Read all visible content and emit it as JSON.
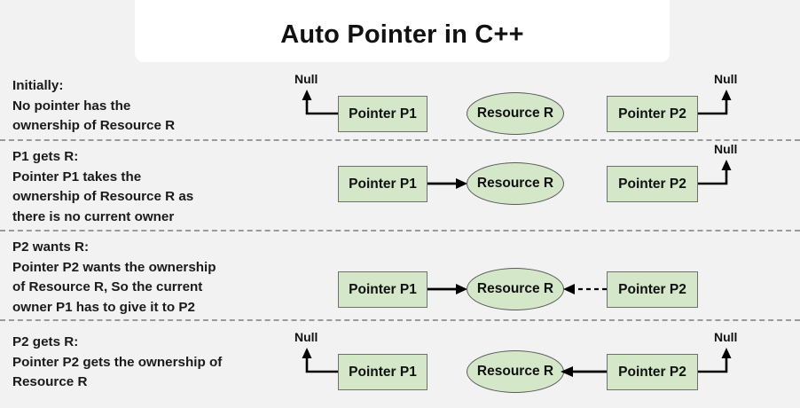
{
  "title": {
    "text": "Auto Pointer in C++"
  },
  "colors": {
    "background": "#f2f2f2",
    "card": "#ffffff",
    "node_fill": "#d4e8c9",
    "node_stroke": "#6f6f6f",
    "text": "#111111",
    "divider": "#9a9a9a",
    "arrow": "#000000"
  },
  "labels": {
    "pointer_p1": "Pointer P1",
    "pointer_p2": "Pointer P2",
    "resource_r": "Resource R",
    "null": "Null"
  },
  "rows": [
    {
      "id": "initially",
      "heading": "Initially:",
      "lines": [
        "Initially:",
        "No pointer has the",
        "ownership of Resource R"
      ],
      "p1_null": true,
      "p2_null": true,
      "p1_to_r": "none",
      "p2_to_r": "none"
    },
    {
      "id": "p1-gets-r",
      "heading": "P1 gets R:",
      "lines": [
        "P1 gets R:",
        "Pointer P1 takes the",
        "ownership of Resource R as",
        "there is no current owner"
      ],
      "p1_null": false,
      "p2_null": true,
      "p1_to_r": "solid",
      "p2_to_r": "none"
    },
    {
      "id": "p2-wants-r",
      "heading": "P2 wants R:",
      "lines": [
        "P2 wants R:",
        "Pointer P2 wants the ownership",
        "of Resource R, So the current",
        "owner P1 has to give it to P2"
      ],
      "p1_null": false,
      "p2_null": false,
      "p1_to_r": "solid",
      "p2_to_r": "dashed"
    },
    {
      "id": "p2-gets-r",
      "heading": "P2 gets R:",
      "lines": [
        "P2 gets R:",
        "Pointer P2 gets the ownership of",
        "Resource R"
      ],
      "p1_null": true,
      "p2_null": false,
      "p1_to_r": "none",
      "p2_to_r": "solid"
    }
  ],
  "dividers": [
    157,
    259,
    360
  ]
}
